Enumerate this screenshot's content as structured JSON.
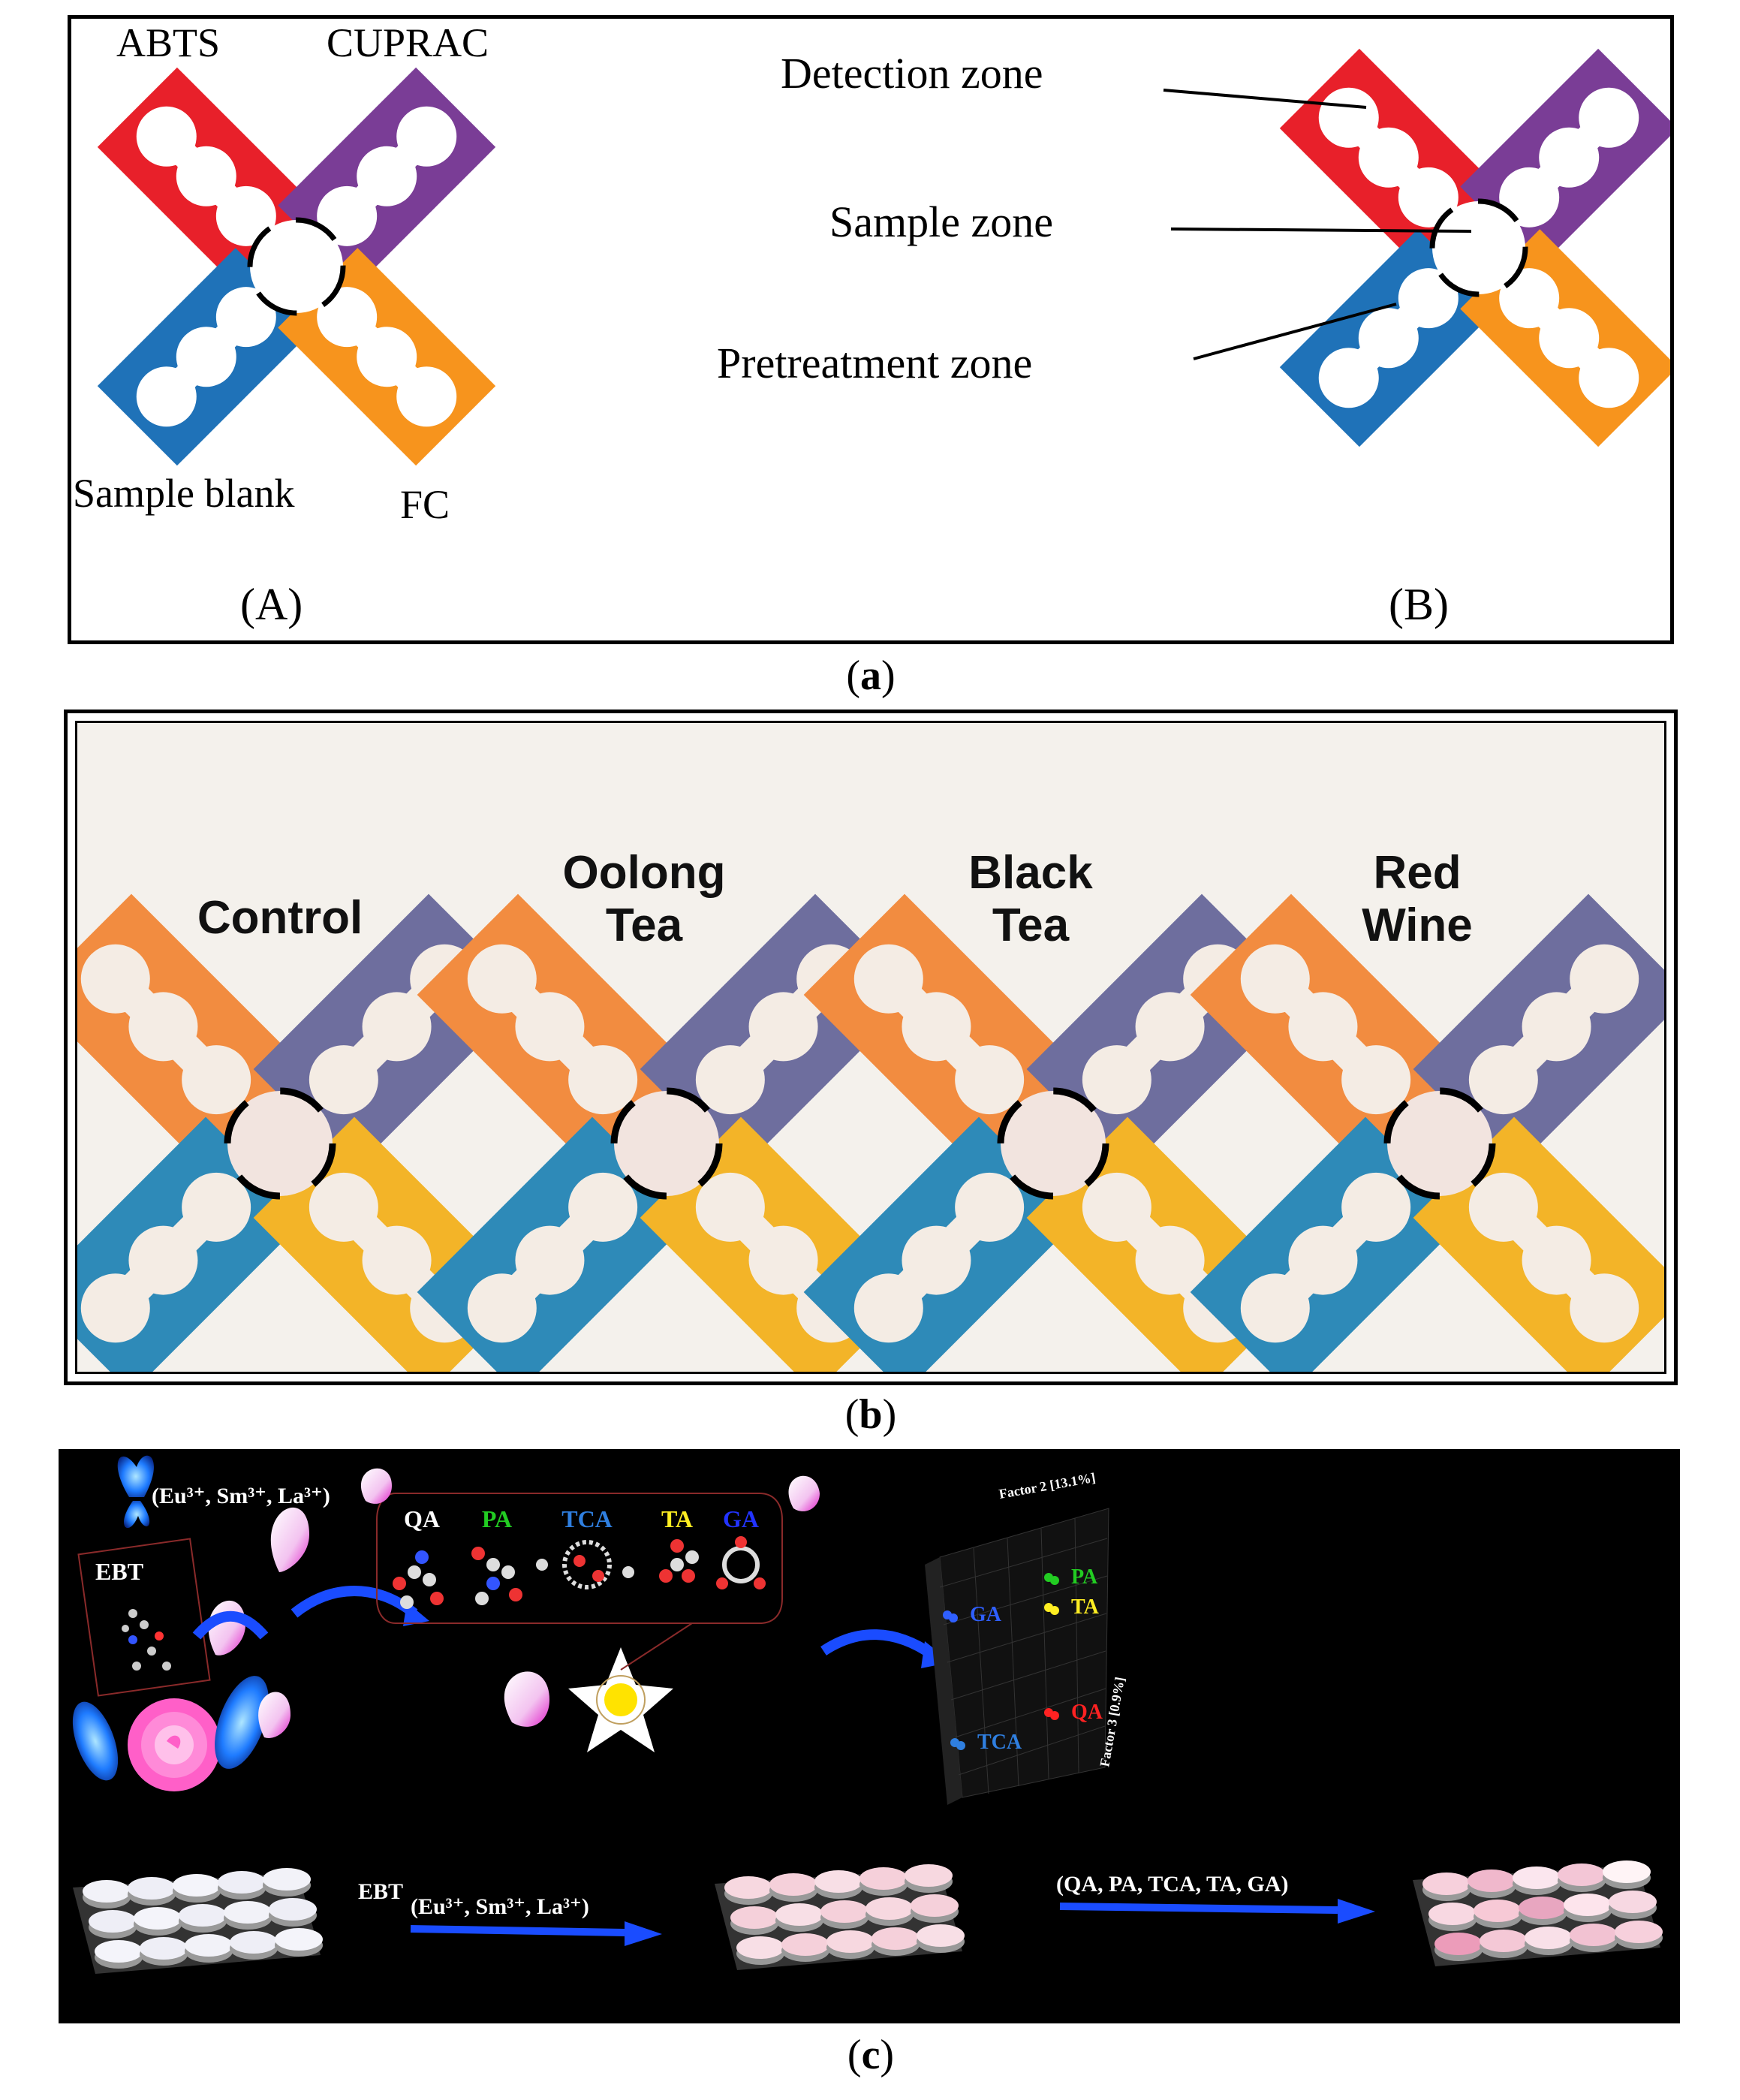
{
  "panel_a": {
    "fig_a_labels": {
      "abts": "ABTS",
      "cuprac": "CUPRAC",
      "sample_blank": "Sample blank",
      "fc": "FC"
    },
    "fig_b_labels": {
      "detection": "Detection zone",
      "sample": "Sample zone",
      "pretreatment": "Pretreatment zone"
    },
    "sublabel_A": "(A)",
    "sublabel_B": "(B)",
    "caption_letter": "a"
  },
  "panel_b": {
    "samples": [
      {
        "line1": "Control",
        "line2": ""
      },
      {
        "line1": "Oolong",
        "line2": "Tea"
      },
      {
        "line1": "Black",
        "line2": "Tea"
      },
      {
        "line1": "Red",
        "line2": "Wine"
      }
    ],
    "caption_letter": "b"
  },
  "panel_c": {
    "ions_label": "(Eu³⁺, Sm³⁺, La³⁺)",
    "ebt_label": "EBT",
    "ebt_label_bottom": "EBT",
    "acids": [
      {
        "name": "QA",
        "color": "#ffffff"
      },
      {
        "name": "PA",
        "color": "#22cc22"
      },
      {
        "name": "TCA",
        "color": "#2f7fe0"
      },
      {
        "name": "TA",
        "color": "#ffee22"
      },
      {
        "name": "GA",
        "color": "#2233ff"
      }
    ],
    "arrow1_label": "(Eu³⁺, Sm³⁺, La³⁺)",
    "arrow2_label": "(QA, PA, TCA, TA, GA)",
    "plot": {
      "factor2": "Factor 2 [13.1%]",
      "factor3": "Factor 3 [0.9%]",
      "clusters": [
        {
          "name": "PA",
          "color": "#22cc22"
        },
        {
          "name": "TA",
          "color": "#ffee22"
        },
        {
          "name": "GA",
          "color": "#2f5fff"
        },
        {
          "name": "QA",
          "color": "#ff2222"
        },
        {
          "name": "TCA",
          "color": "#2f7fe0"
        }
      ]
    },
    "caption_letter": "c"
  },
  "colors": {
    "red": "#e8202a",
    "purple": "#7a3d96",
    "blue": "#1f72b8",
    "orange": "#f7941d"
  }
}
